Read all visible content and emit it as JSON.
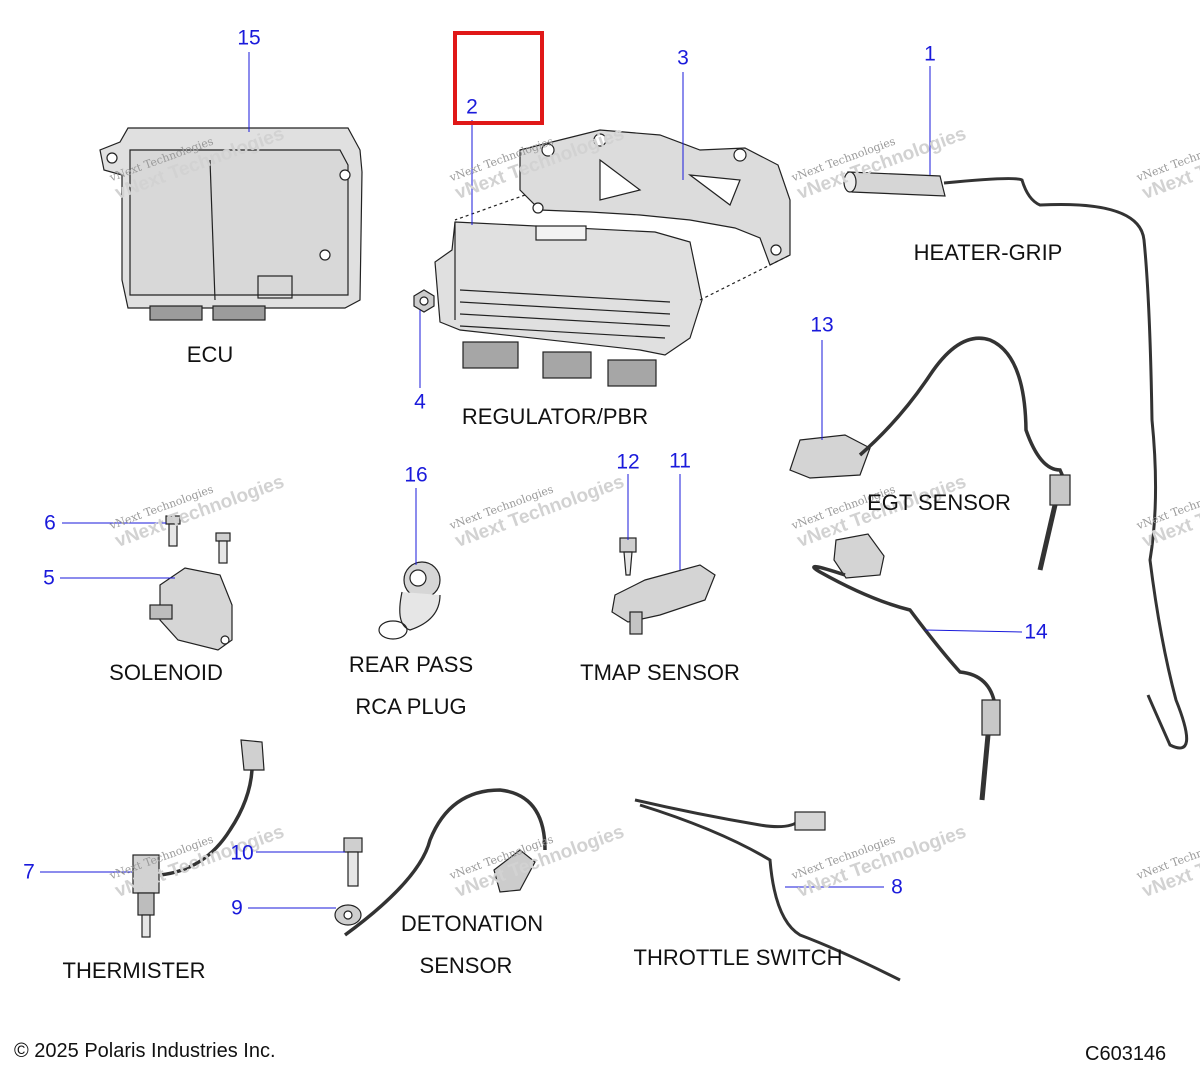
{
  "figure": {
    "copyright": "© 2025 Polaris Industries Inc.",
    "figure_id": "C603146",
    "highlight_color": "#e01818",
    "callout_color": "#1a1adb"
  },
  "callouts": [
    {
      "id": "callout-15",
      "text": "15"
    },
    {
      "id": "callout-2",
      "text": "2"
    },
    {
      "id": "callout-3",
      "text": "3"
    },
    {
      "id": "callout-1",
      "text": "1"
    },
    {
      "id": "callout-4",
      "text": "4"
    },
    {
      "id": "callout-13",
      "text": "13"
    },
    {
      "id": "callout-6",
      "text": "6"
    },
    {
      "id": "callout-5",
      "text": "5"
    },
    {
      "id": "callout-16",
      "text": "16"
    },
    {
      "id": "callout-12",
      "text": "12"
    },
    {
      "id": "callout-11",
      "text": "11"
    },
    {
      "id": "callout-14",
      "text": "14"
    },
    {
      "id": "callout-10",
      "text": "10"
    },
    {
      "id": "callout-7",
      "text": "7"
    },
    {
      "id": "callout-9",
      "text": "9"
    },
    {
      "id": "callout-8",
      "text": "8"
    }
  ],
  "part_labels": {
    "ecu": "ECU",
    "regulator": "REGULATOR/PBR",
    "heater_grip": "HEATER-GRIP",
    "egt_sensor": "EGT SENSOR",
    "solenoid": "SOLENOID",
    "rear_pass_1": "REAR PASS",
    "rear_pass_2": "RCA PLUG",
    "tmap_sensor": "TMAP SENSOR",
    "thermister": "THERMISTER",
    "detonation_1": "DETONATION",
    "detonation_2": "SENSOR",
    "throttle_switch": "THROTTLE SWITCH"
  },
  "watermark": {
    "line1": "vNext Technologies",
    "line2": "vNext Technologies"
  }
}
